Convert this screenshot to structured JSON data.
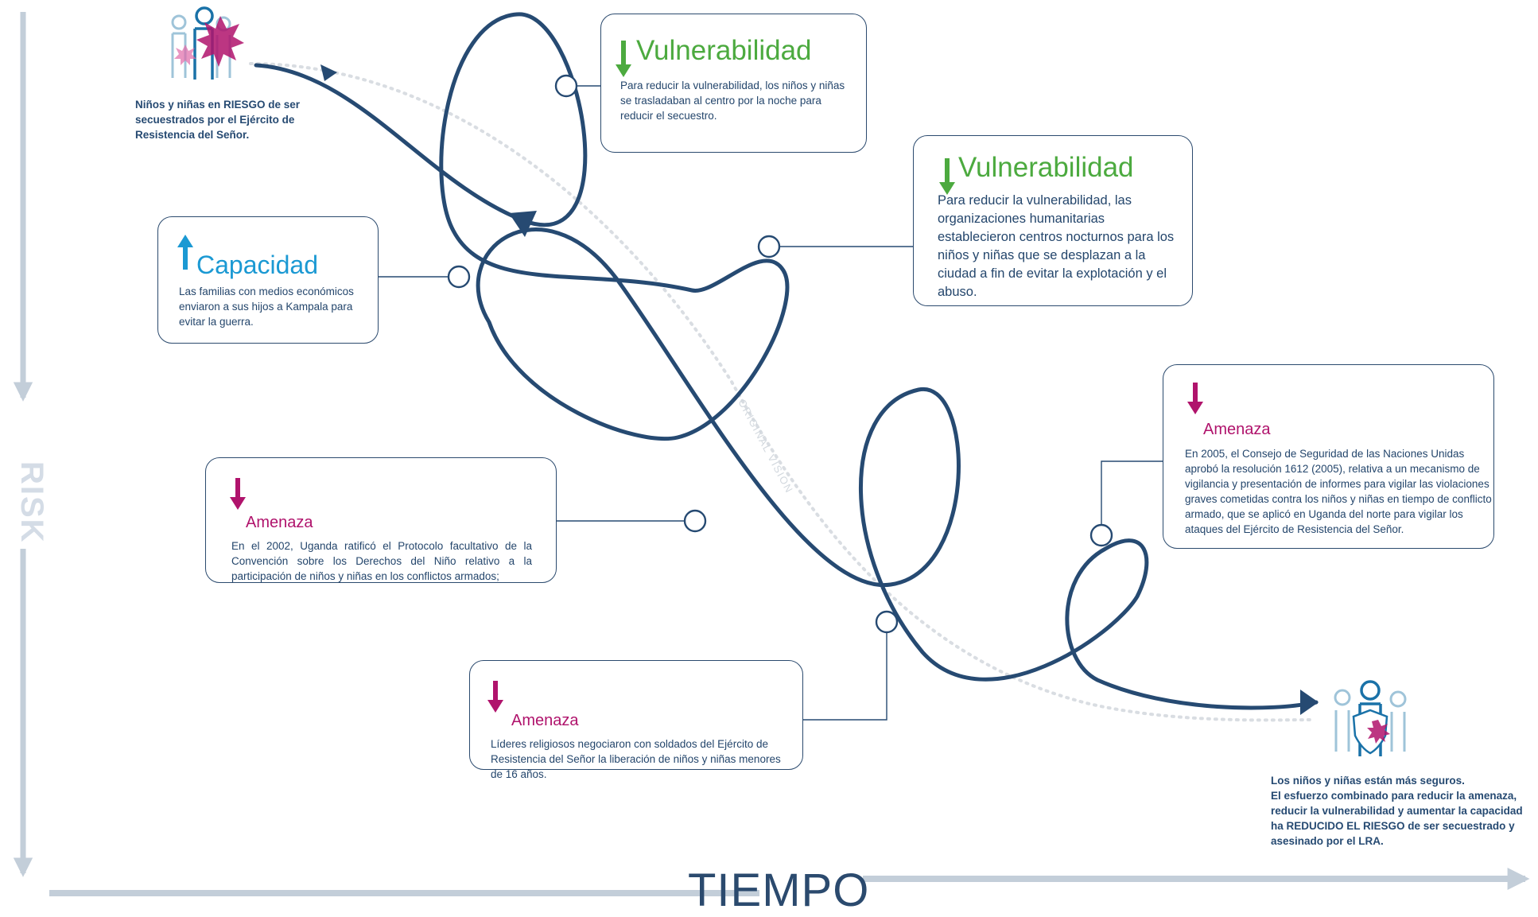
{
  "axes": {
    "y_label": "RISK",
    "x_label": "TIEMPO"
  },
  "path_label": "ORIGINAL VISION",
  "start": {
    "caption": "Niños y niñas en RIESGO de ser secuestrados por el Ejército de Resistencia del Señor."
  },
  "end": {
    "caption_line1": "Los niños y niñas están más seguros.",
    "caption_line2": "El esfuerzo combinado para reducir la amenaza, reducir la vulnerabilidad y aumentar la capacidad ha REDUCIDO EL RIESGO de ser secuestrado y asesinado por el LRA."
  },
  "cards": {
    "vuln1": {
      "title": "Vulnerabilidad",
      "text": "Para reducir la vulnerabilidad, los niños y niñas se trasladaban al centro por la noche para reducir el secuestro."
    },
    "vuln2": {
      "title": "Vulnerabilidad",
      "text": "Para reducir la vulnerabilidad, las organizaciones humanitarias establecieron centros nocturnos para los niños y niñas que se desplazan a la ciudad a fin de evitar la explotación y el abuso."
    },
    "cap": {
      "title": "Capacidad",
      "text": "Las familias con medios económicos enviaron a sus hijos a Kampala para evitar la guerra."
    },
    "amen1": {
      "title": "Amenaza",
      "text": "En el 2002, Uganda ratificó el Protocolo facultativo de la Convención sobre los Derechos del Niño relativo a la participación de niños y niñas en los conflictos armados;"
    },
    "amen2": {
      "title": "Amenaza",
      "text": "Líderes religiosos negociaron con soldados del Ejército de Resistencia del Señor la liberación de niños y niñas menores de 16 años."
    },
    "amen3": {
      "title": "Amenaza",
      "text": "En 2005, el Consejo de Seguridad de las Naciones Unidas aprobó la resolución 1612 (2005), relativa a un mecanismo de vigilancia y presentación de informes para vigilar las violaciones graves cometidas contra los niños y niñas en tiempo de conflicto armado, que se aplicó en Uganda del norte para vigilar los ataques del Ejército de Resistencia del Señor."
    }
  },
  "colors": {
    "path": "#264a72",
    "vulnerabilidad": "#4caa3f",
    "capacidad": "#1b99d3",
    "amenaza": "#b0136c",
    "axis": "#c3ced9",
    "dotted_vision": "#d9dde2"
  },
  "icons": {
    "start": "people-at-risk-icon",
    "end": "protected-people-icon",
    "up": "arrow-up-icon",
    "down": "arrow-down-icon"
  }
}
